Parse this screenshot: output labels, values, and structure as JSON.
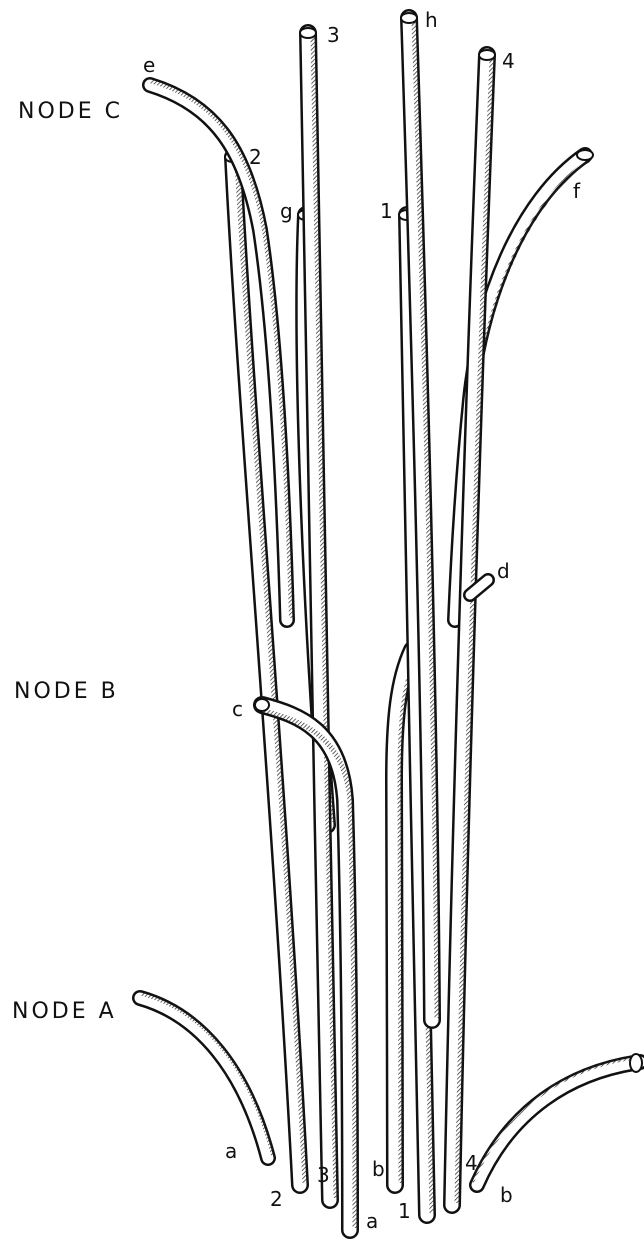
{
  "diagram": {
    "nodes": [
      {
        "id": "node-c",
        "label": "NODE C"
      },
      {
        "id": "node-b",
        "label": "NODE B"
      },
      {
        "id": "node-a",
        "label": "NODE A"
      }
    ],
    "strand_labels": {
      "top_2": "2",
      "top_3": "3",
      "top_h": "h",
      "top_4": "4",
      "top_e": "e",
      "top_f": "f",
      "top_g": "g",
      "top_1": "1",
      "mid_c": "c",
      "mid_d": "d",
      "bot_a_left": "a",
      "bot_2": "2",
      "bot_3": "3",
      "bot_a": "a",
      "bot_b_mid": "b",
      "bot_1": "1",
      "bot_4": "4",
      "bot_b_right": "b"
    },
    "colors": {
      "ink": "#111111",
      "tube": "#ffffff",
      "hatch": "#222222"
    }
  }
}
